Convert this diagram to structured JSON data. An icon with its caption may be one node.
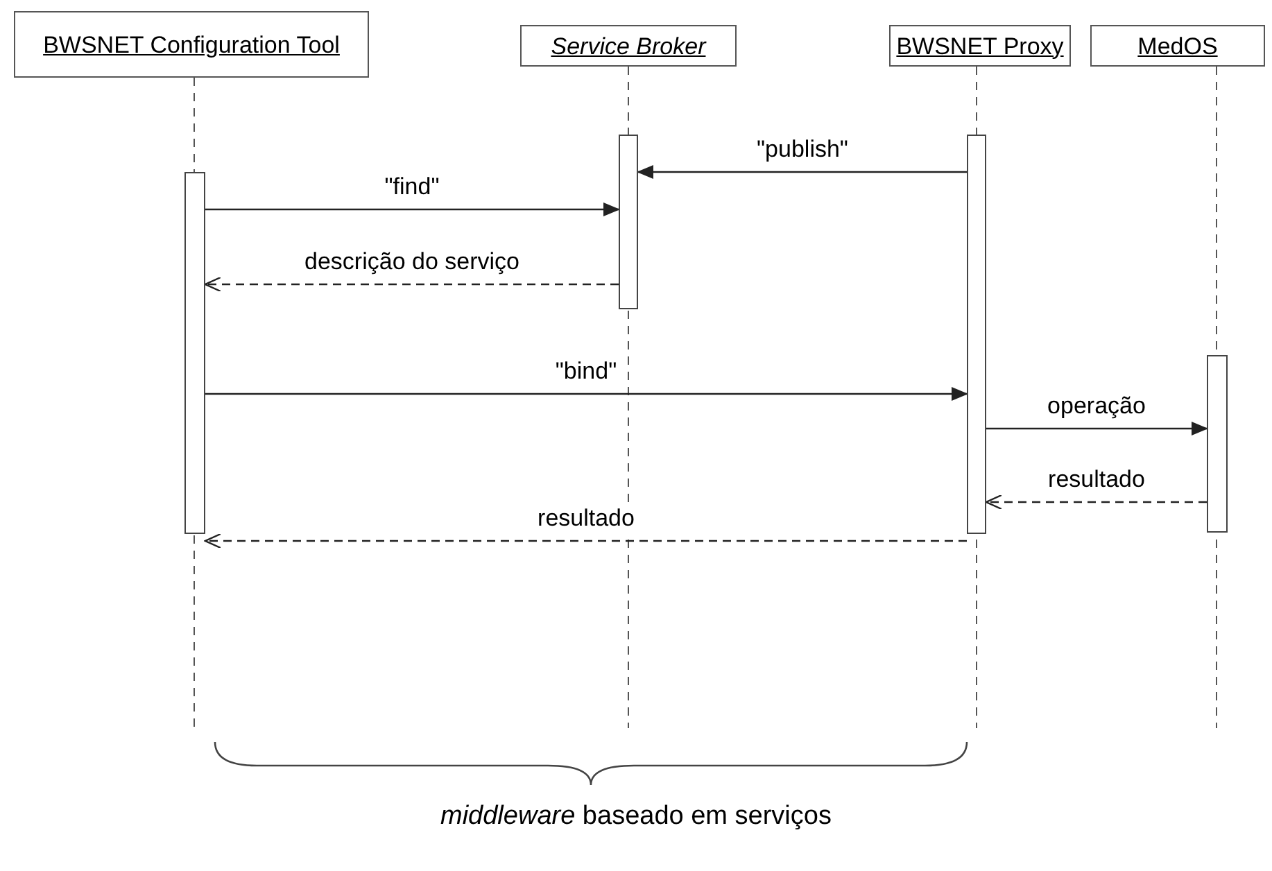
{
  "diagram": {
    "caption": "*middleware* baseado em serviços",
    "nodes": [
      {
        "text": [
          "BWSNET Configuration Tool"
        ]
      },
      {
        "text": [
          "Service Broker"
        ]
      },
      {
        "text": [
          "BWSNET Proxy"
        ]
      },
      {
        "text": [
          "MedOS"
        ]
      },
      {
        "text": [],
        "shape": "bar"
      },
      {
        "text": [],
        "shape": "bar"
      },
      {
        "text": [],
        "shape": "bar"
      },
      {
        "text": [],
        "shape": "bar"
      }
    ],
    "edges": [
      {
        "from": 6,
        "to": 5,
        "arrow": "to",
        "label": "\"publish\""
      },
      {
        "from": 4,
        "to": 5,
        "arrow": "to",
        "label": "\"find\""
      },
      {
        "from": 5,
        "to": 4,
        "arrow": "to",
        "label": "descrição do serviço",
        "style": "dashed"
      },
      {
        "from": 4,
        "to": 6,
        "arrow": "to",
        "label": "\"bind\""
      },
      {
        "from": 6,
        "to": 7,
        "arrow": "to",
        "label": "operação"
      },
      {
        "from": 7,
        "to": 6,
        "arrow": "to",
        "label": "resultado",
        "style": "dashed"
      },
      {
        "from": 6,
        "to": 4,
        "arrow": "to",
        "label": "resultado",
        "style": "dashed"
      }
    ]
  }
}
